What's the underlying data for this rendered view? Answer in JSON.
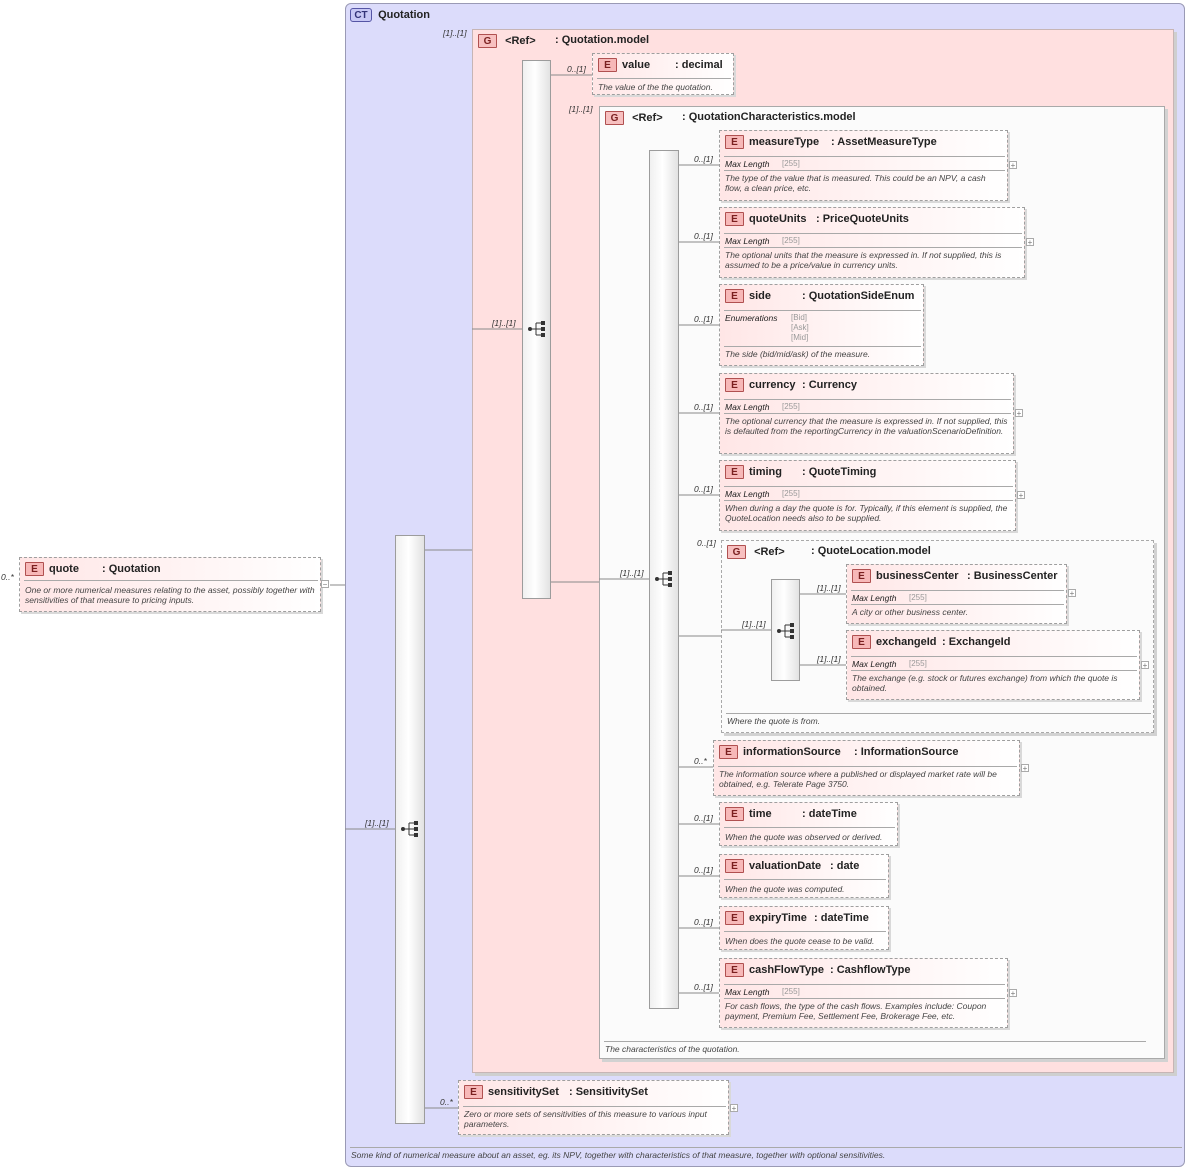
{
  "complex_type": {
    "badge": "CT",
    "name": "Quotation",
    "doc": "Some kind of numerical measure about an asset, eg. its NPV, together with characteristics of that measure, together with optional sensitivities."
  },
  "root_element": {
    "badge": "E",
    "name": "quote",
    "type": ": Quotation",
    "cardinality": "0..*",
    "doc": "One or more numerical measures relating to the asset, possibly together with sensitivities of that measure to pricing inputs.",
    "toggle": "−"
  },
  "outer_sequence": {
    "cardinality": "[1]..[1]"
  },
  "quotation_model": {
    "badge": "G",
    "ref": "<Ref>",
    "name": ": Quotation.model",
    "cardinality": "[1]..[1]",
    "seq_cardinality": "[1]..[1]"
  },
  "value_element": {
    "badge": "E",
    "name": "value",
    "type": ": decimal",
    "cardinality": "0..[1]",
    "doc": "The value of the the quotation."
  },
  "characteristics_model": {
    "badge": "G",
    "ref": "<Ref>",
    "name": ": QuotationCharacteristics.model",
    "cardinality": "[1]..[1]",
    "seq_cardinality": "[1]..[1]",
    "doc": "The characteristics of the quotation."
  },
  "elements": {
    "measureType": {
      "badge": "E",
      "name": "measureType",
      "type": ": AssetMeasureType",
      "cardinality": "0..[1]",
      "facet_label": "Max Length",
      "facet_value": "[255]",
      "doc": "The type of the value that is measured. This could be an NPV, a cash flow, a clean price, etc.",
      "toggle": "+"
    },
    "quoteUnits": {
      "badge": "E",
      "name": "quoteUnits",
      "type": ": PriceQuoteUnits",
      "cardinality": "0..[1]",
      "facet_label": "Max Length",
      "facet_value": "[255]",
      "doc": "The optional units that the measure is expressed in. If not supplied, this is assumed to be a price/value in currency units.",
      "toggle": "+"
    },
    "side": {
      "badge": "E",
      "name": "side",
      "type": ": QuotationSideEnum",
      "cardinality": "0..[1]",
      "facet_label": "Enumerations",
      "enum_values": [
        "[Bid]",
        "[Ask]",
        "[Mid]"
      ],
      "doc": "The side (bid/mid/ask) of the measure."
    },
    "currency": {
      "badge": "E",
      "name": "currency",
      "type": ": Currency",
      "cardinality": "0..[1]",
      "facet_label": "Max Length",
      "facet_value": "[255]",
      "doc": "The optional currency that the measure is expressed in. If not supplied, this is defaulted from the reportingCurrency in the valuationScenarioDefinition.",
      "toggle": "+"
    },
    "timing": {
      "badge": "E",
      "name": "timing",
      "type": ": QuoteTiming",
      "cardinality": "0..[1]",
      "facet_label": "Max Length",
      "facet_value": "[255]",
      "doc": "When during a day the quote is for. Typically, if this element is supplied, the QuoteLocation needs also to be supplied.",
      "toggle": "+"
    },
    "informationSource": {
      "badge": "E",
      "name": "informationSource",
      "type": ": InformationSource",
      "cardinality": "0..*",
      "doc": "The information source where a published or displayed market rate will be obtained, e.g. Telerate Page 3750.",
      "toggle": "+"
    },
    "time": {
      "badge": "E",
      "name": "time",
      "type": ": dateTime",
      "cardinality": "0..[1]",
      "doc": "When the quote was observed or derived."
    },
    "valuationDate": {
      "badge": "E",
      "name": "valuationDate",
      "type": ": date",
      "cardinality": "0..[1]",
      "doc": "When the quote was computed."
    },
    "expiryTime": {
      "badge": "E",
      "name": "expiryTime",
      "type": ": dateTime",
      "cardinality": "0..[1]",
      "doc": "When does the quote cease to be valid."
    },
    "cashFlowType": {
      "badge": "E",
      "name": "cashFlowType",
      "type": ": CashflowType",
      "cardinality": "0..[1]",
      "facet_label": "Max Length",
      "facet_value": "[255]",
      "doc": "For cash flows, the type of the cash flows. Examples include: Coupon payment, Premium Fee, Settlement Fee, Brokerage Fee, etc.",
      "toggle": "+"
    }
  },
  "quote_location_model": {
    "badge": "G",
    "ref": "<Ref>",
    "name": ": QuoteLocation.model",
    "cardinality": "0..[1]",
    "seq_cardinality": "[1]..[1]",
    "doc": "Where the quote is from.",
    "businessCenter": {
      "badge": "E",
      "name": "businessCenter",
      "type": ": BusinessCenter",
      "cardinality": "[1]..[1]",
      "facet_label": "Max Length",
      "facet_value": "[255]",
      "doc": "A city or other business center.",
      "toggle": "+"
    },
    "exchangeId": {
      "badge": "E",
      "name": "exchangeId",
      "type": ": ExchangeId",
      "cardinality": "[1]..[1]",
      "facet_label": "Max Length",
      "facet_value": "[255]",
      "doc": "The exchange (e.g. stock or futures exchange) from which the quote is obtained.",
      "toggle": "+"
    }
  },
  "sensitivitySet": {
    "badge": "E",
    "name": "sensitivitySet",
    "type": ": SensitivitySet",
    "cardinality": "0..*",
    "doc": "Zero or more sets of sensitivities of this measure to various input parameters.",
    "toggle": "+"
  }
}
